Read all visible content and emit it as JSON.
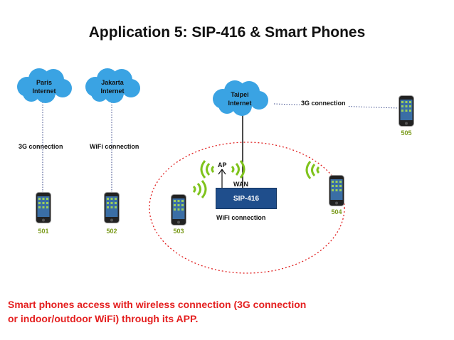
{
  "title": "Application 5: SIP-416 & Smart Phones",
  "clouds": {
    "paris": "Paris\nInternet",
    "jakarta": "Jakarta\nInternet",
    "taipei": "Taipei\nInternet"
  },
  "connections": {
    "paris": "3G connection",
    "jakarta": "WiFi connection",
    "taipei_505": "3G connection",
    "wan": "WAN",
    "ap": "AP",
    "device_wifi": "WiFi connection"
  },
  "device": {
    "label": "SIP-416"
  },
  "phones": [
    "501",
    "502",
    "503",
    "504",
    "505"
  ],
  "footer": "Smart phones access with wireless connection (3G connection or indoor/outdoor WiFi) through its APP.",
  "colors": {
    "cloud": "#3aa3e3",
    "device": "#1f4e8c",
    "extension": "#7a9a1a",
    "wifi": "#7fc31c",
    "ellipse": "#e02020",
    "footer": "#e41f1f"
  }
}
